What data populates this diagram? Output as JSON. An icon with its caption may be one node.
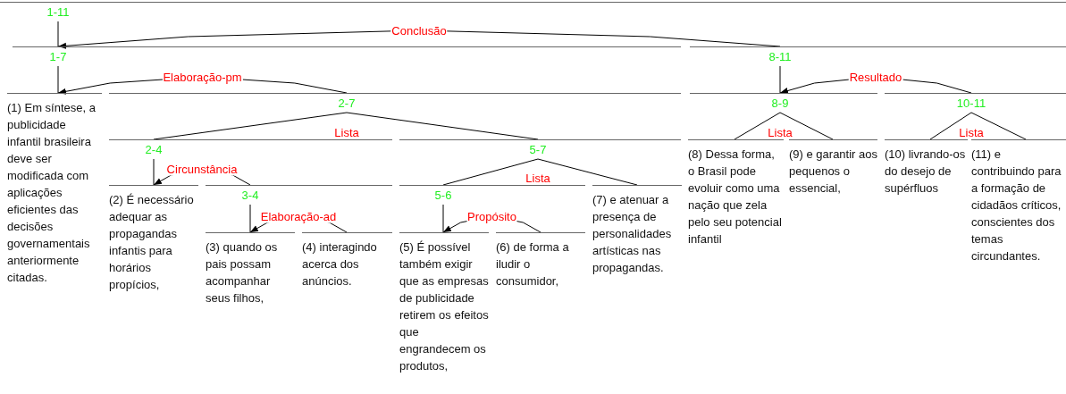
{
  "diagram": {
    "nodes": [
      {
        "text": [
          "1-11"
        ]
      },
      {
        "text": [
          "1-7"
        ]
      },
      {
        "text": [
          "8-11"
        ]
      },
      {
        "text": [
          "(1) Em síntese, a publicidade infantil brasileira deve ser modificada com aplicações eficientes das decisões governamentais anteriormente citadas."
        ]
      },
      {
        "text": [
          "2-7"
        ]
      },
      {
        "text": [
          "8-9"
        ]
      },
      {
        "text": [
          "10-11"
        ]
      },
      {
        "text": [
          "2-4"
        ]
      },
      {
        "text": [
          "5-7"
        ]
      },
      {
        "text": [
          "(8) Dessa forma, o Brasil pode evoluir como uma nação que zela pelo seu potencial infantil"
        ]
      },
      {
        "text": [
          "(9) e garantir aos pequenos o essencial,"
        ]
      },
      {
        "text": [
          "(10) livrando-os do desejo de supérfluos"
        ]
      },
      {
        "text": [
          "(11) e contribuindo para a formação de cidadãos críticos, conscientes dos temas circundantes."
        ]
      },
      {
        "text": [
          "(2) É necessário adequar as propagandas infantis para horários propícios,"
        ]
      },
      {
        "text": [
          "3-4"
        ]
      },
      {
        "text": [
          "5-6"
        ]
      },
      {
        "text": [
          "(7) e atenuar a presença de personalidades artísticas nas propagandas."
        ]
      },
      {
        "text": [
          "(3) quando os pais possam acompanhar seus filhos,"
        ]
      },
      {
        "text": [
          "(4) interagindo acerca dos anúncios."
        ]
      },
      {
        "text": [
          "(5) É possível também exigir que as empresas de publicidade retirem os efeitos que engrandecem os produtos,"
        ]
      },
      {
        "text": [
          "(6) de forma a iludir o consumidor,"
        ]
      }
    ],
    "edges": [
      {
        "from": 2,
        "to": 1,
        "arrow": "to",
        "label": "Conclusão"
      },
      {
        "from": 0,
        "to": 1,
        "arrow": "none"
      },
      {
        "from": 4,
        "to": 3,
        "arrow": "to",
        "label": "Elaboração-pm"
      },
      {
        "from": 1,
        "to": 3,
        "arrow": "none"
      },
      {
        "from": 6,
        "to": 5,
        "arrow": "to",
        "label": "Resultado"
      },
      {
        "from": 2,
        "to": 5,
        "arrow": "none"
      },
      {
        "from": 4,
        "to": 7,
        "arrow": "none",
        "label": "Lista"
      },
      {
        "from": 4,
        "to": 8,
        "arrow": "none"
      },
      {
        "from": 5,
        "to": 9,
        "arrow": "none",
        "label": "Lista"
      },
      {
        "from": 5,
        "to": 10,
        "arrow": "none"
      },
      {
        "from": 6,
        "to": 11,
        "arrow": "none",
        "label": "Lista"
      },
      {
        "from": 6,
        "to": 12,
        "arrow": "none"
      },
      {
        "from": 14,
        "to": 13,
        "arrow": "to",
        "label": "Circunstância"
      },
      {
        "from": 7,
        "to": 13,
        "arrow": "none"
      },
      {
        "from": 8,
        "to": 15,
        "arrow": "none",
        "label": "Lista"
      },
      {
        "from": 8,
        "to": 16,
        "arrow": "none"
      },
      {
        "from": 18,
        "to": 17,
        "arrow": "to",
        "label": "Elaboração-ad"
      },
      {
        "from": 14,
        "to": 17,
        "arrow": "none"
      },
      {
        "from": 20,
        "to": 19,
        "arrow": "to",
        "label": "Propósito"
      },
      {
        "from": 15,
        "to": 19,
        "arrow": "none"
      }
    ]
  }
}
